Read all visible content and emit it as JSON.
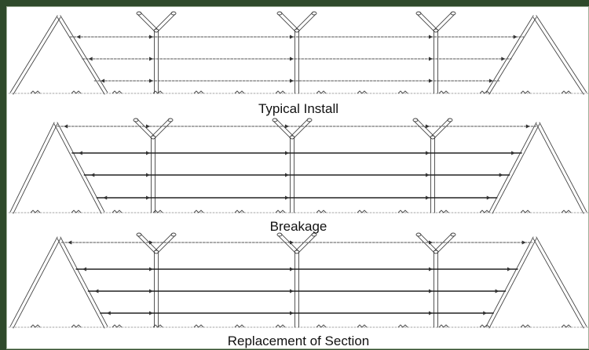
{
  "captions": {
    "install": "Typical Install",
    "breakage": "Breakage",
    "replacement": "Replacement of Section"
  },
  "colors": {
    "frame": "#2f4a2b",
    "wire": "#555555",
    "tensioned_wire": "#222222"
  },
  "panels": [
    {
      "id": "install",
      "tensioned_wires": []
    },
    {
      "id": "breakage",
      "tensioned_wires": [
        1,
        2,
        3
      ]
    },
    {
      "id": "replacement",
      "tensioned_wires": [
        1,
        2,
        3
      ]
    }
  ]
}
